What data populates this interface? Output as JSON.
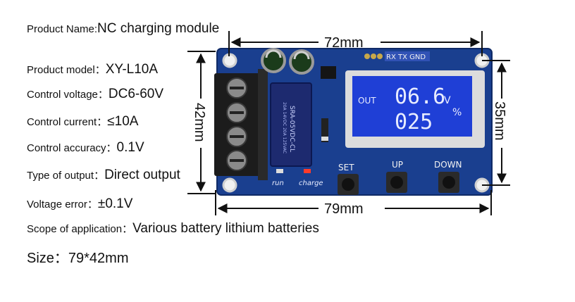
{
  "specs": [
    {
      "label": "Product Name:",
      "value": "NC charging module"
    },
    {
      "label": "Product model：",
      "value": "XY-L10A"
    },
    {
      "label": "Control voltage：",
      "value": "DC6-60V"
    },
    {
      "label": "Control current：",
      "value": "≤10A"
    },
    {
      "label": "Control accuracy：",
      "value": "0.1V"
    },
    {
      "label": "Type of output：",
      "value": "Direct output"
    },
    {
      "label": "Voltage error：",
      "value": "±0.1V"
    },
    {
      "label": "Scope of application：",
      "value": "Various battery lithium batteries"
    },
    {
      "label": "Size：",
      "value": "79*42mm"
    }
  ],
  "dimensions": {
    "top": "72mm",
    "bottom": "79mm",
    "left": "42mm",
    "right": "35mm"
  },
  "board": {
    "header_label": "RX TX GND",
    "relay_label": "SRA-05VDC-CL",
    "relay_small": "20A 14VDC 20A 125VAC",
    "run_label": "run",
    "charge_label": "charge",
    "buttons": [
      "SET",
      "UP",
      "DOWN"
    ],
    "display": {
      "out_label": "OUT",
      "voltage": "06.6",
      "voltage_unit": "V",
      "percent": "025",
      "percent_unit": "%"
    }
  },
  "colors": {
    "pcb": "#1a3f8f",
    "lcd": "#1f3fd6",
    "lcd_text": "#e8ecff"
  }
}
